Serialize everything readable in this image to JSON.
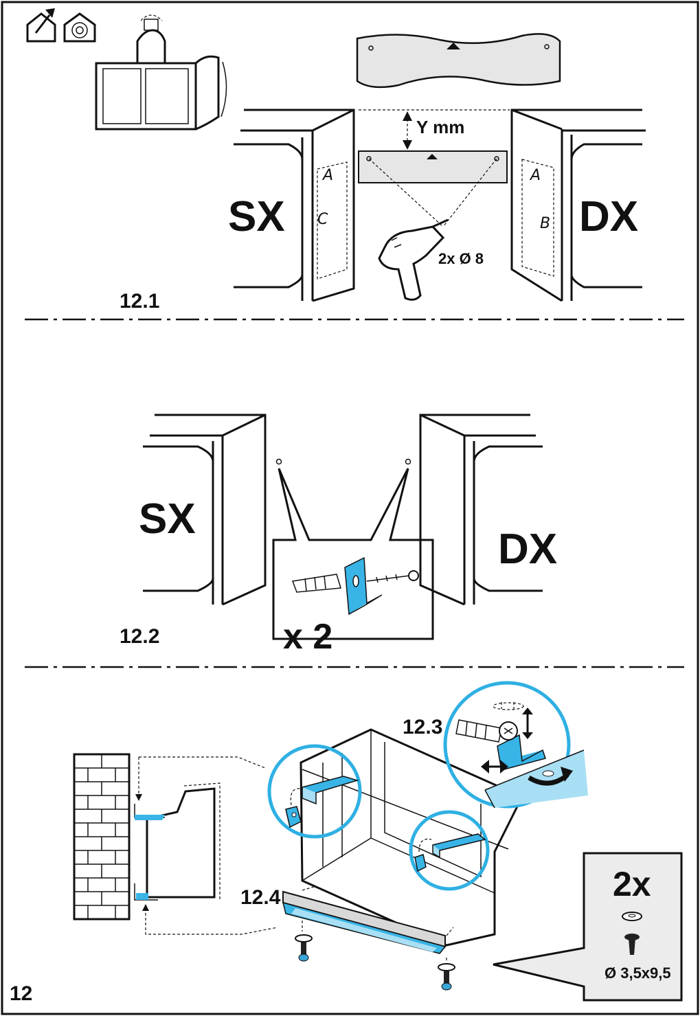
{
  "page_number": "12",
  "icons": {
    "export_icon": "house-with-arrow-icon",
    "recirculation_icon": "house-with-spiral-icon"
  },
  "colors": {
    "accent": "#39b4e6",
    "accent_light": "#a8dff4",
    "ink": "#111111"
  },
  "step_12_1": {
    "label": "12.1",
    "left_side": "SX",
    "right_side": "DX",
    "dimension": "Y mm",
    "drill_spec": "2x Ø 8",
    "marks_left": [
      "A",
      "C"
    ],
    "marks_right": [
      "A",
      "B"
    ]
  },
  "step_12_2": {
    "label": "12.2",
    "left_side": "SX",
    "right_side": "DX",
    "quantity": "x 2"
  },
  "step_12_3": {
    "label": "12.3"
  },
  "step_12_4": {
    "label": "12.4",
    "quantity": "2x",
    "screw_spec": "Ø 3,5x9,5"
  }
}
